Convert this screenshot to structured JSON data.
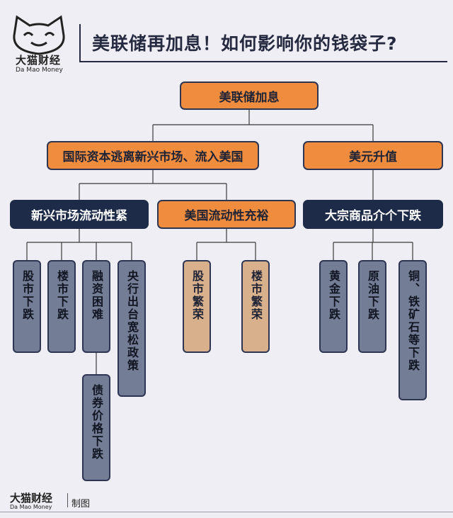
{
  "header": {
    "brand": "大猫财经",
    "brand_en": "Da Mao Money",
    "title": "美联储再加息！如何影响你的钱袋子?"
  },
  "nodes": {
    "root": "美联储加息",
    "capital_flow": "国际资本逃离新兴市场、流入美国",
    "usd_up": "美元升值",
    "em_tight": "新兴市场流动性紧",
    "us_ample": "美国流动性充裕",
    "commodity_down": "大宗商品介个下跌",
    "em_stock_down": "股市下跌",
    "em_property_down": "楼市下跌",
    "financing_hard": "融资困难",
    "bond_price_down": "债券价格下跌",
    "cb_easing": "央行出台宽松政策",
    "us_stock_boom": "股市繁荣",
    "us_property_boom": "楼市繁荣",
    "gold_down": "黄金下跌",
    "oil_down": "原油下跌",
    "copper_iron_down": "铜、铁矿石等下跌"
  },
  "footer": {
    "brand": "大猫财经",
    "brand_en": "Da Mao Money",
    "credit": "制图"
  },
  "colors": {
    "orange": "#ef8c3d",
    "navy": "#1d2b48",
    "slate": "#737e96",
    "tan": "#d9b08c",
    "background": "#eeeef4"
  }
}
